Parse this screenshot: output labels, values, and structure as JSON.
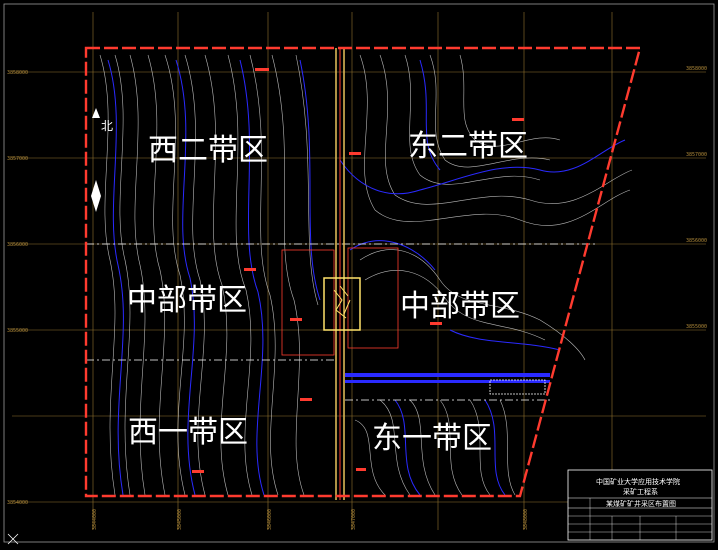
{
  "zones": {
    "west_two": "西二带区",
    "east_two": "东二带区",
    "middle_west": "中部带区",
    "middle_east": "中部带区",
    "west_one": "西一带区",
    "east_one": "东一带区"
  },
  "north_label": "北",
  "title_block": {
    "line1": "中国矿业大学应用技术学院",
    "line2": "采矿工程系",
    "drawing_name": "某煤矿矿井采区布置图"
  },
  "coords": {
    "left": [
      "3858000",
      "3857000",
      "3856000",
      "3855000",
      "3854000"
    ],
    "right": [
      "3858000",
      "3857000",
      "3856000",
      "3855000"
    ],
    "bottom": [
      "3844000",
      "3845000",
      "3846000",
      "3847000",
      "3848000"
    ]
  },
  "colors": {
    "boundary": "#ff3b2f",
    "contour_white": "#e8e8e8",
    "contour_blue": "#2a2aff",
    "grid": "#b08a3a",
    "divider": "#ffffff",
    "shaft": "#e8c25a"
  }
}
